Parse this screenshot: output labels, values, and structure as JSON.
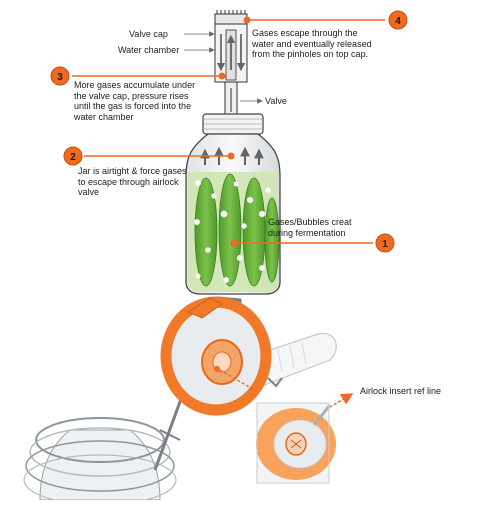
{
  "colors": {
    "accent": "#ef6a1f",
    "bubble": "#ffffff",
    "cucumber": "#6fb23f",
    "brine": "#cfe6b0",
    "glass_outline": "#555555"
  },
  "labels": {
    "valve_cap": "Valve cap",
    "water_chamber": "Water chamber",
    "valve": "Valve",
    "step1": "Gases/Bubbles creat during fermentation",
    "step2": "Jar is airtight & force gases to escape through airlock valve",
    "step3": "More gases accumulate under the valve cap, pressure rises until the gas is forced into the water chamber",
    "step4": "Gases escape through the water and eventually released from the pinholes on top cap.",
    "airlock_ref": "Airlock insert ref line"
  },
  "steps": [
    {
      "number": "1"
    },
    {
      "number": "2"
    },
    {
      "number": "3"
    },
    {
      "number": "4"
    }
  ],
  "icons": [
    "airlock-valve-icon",
    "mason-jar-icon",
    "cucumber-icon",
    "gas-bubble-icon",
    "swing-top-jar-photo",
    "airlock-closeup-photo"
  ]
}
